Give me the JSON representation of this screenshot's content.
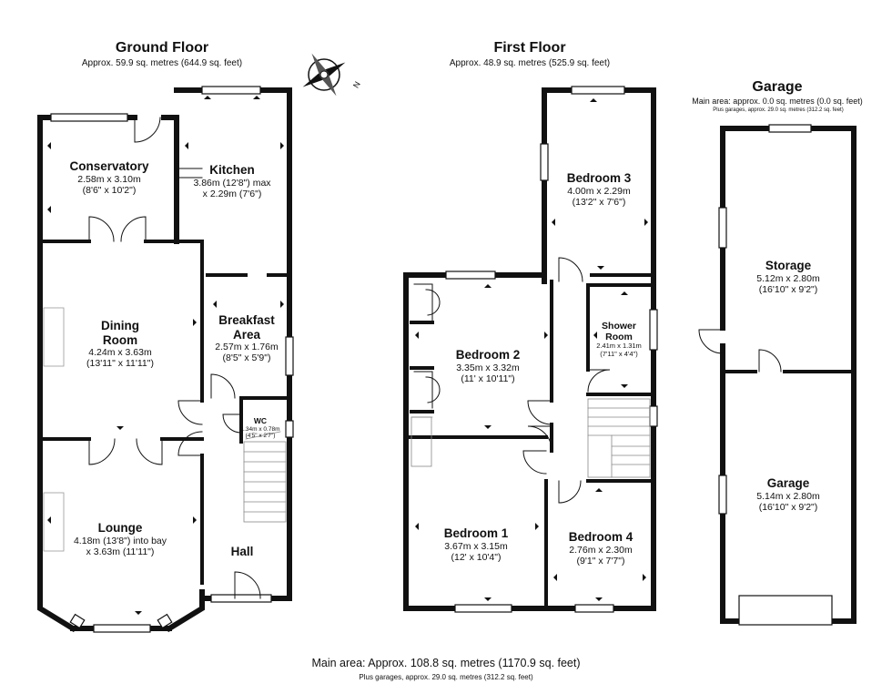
{
  "floors": {
    "ground": {
      "title": "Ground Floor",
      "area": "Approx. 59.9 sq. metres (644.9 sq. feet)"
    },
    "first": {
      "title": "First Floor",
      "area": "Approx. 48.9 sq. metres (525.9 sq. feet)"
    },
    "garage": {
      "title": "Garage",
      "area": "Main area: approx. 0.0 sq. metres (0.0 sq. feet)",
      "area2": "Plus garages, approx. 29.0 sq. metres (312.2 sq. feet)"
    }
  },
  "rooms": {
    "conservatory": {
      "name": "Conservatory",
      "dim1": "2.58m x 3.10m",
      "dim2": "(8'6\" x 10'2\")"
    },
    "kitchen": {
      "name": "Kitchen",
      "dim1": "3.86m (12'8\") max",
      "dim2": "x 2.29m (7'6\")"
    },
    "dining": {
      "name1": "Dining",
      "name2": "Room",
      "dim1": "4.24m x 3.63m",
      "dim2": "(13'11\" x 11'11\")"
    },
    "breakfast": {
      "name1": "Breakfast",
      "name2": "Area",
      "dim1": "2.57m x 1.76m",
      "dim2": "(8'5\" x 5'9\")"
    },
    "wc": {
      "name": "WC",
      "dim1": "1.34m x 0.78m",
      "dim2": "(4'5\" x 2'7\")"
    },
    "lounge": {
      "name": "Lounge",
      "dim1": "4.18m (13'8\") into bay",
      "dim2": "x 3.63m (11'11\")"
    },
    "hall": {
      "name": "Hall"
    },
    "bedroom3": {
      "name": "Bedroom 3",
      "dim1": "4.00m x 2.29m",
      "dim2": "(13'2\" x 7'6\")"
    },
    "bedroom2": {
      "name": "Bedroom 2",
      "dim1": "3.35m x 3.32m",
      "dim2": "(11' x 10'11\")"
    },
    "shower": {
      "name1": "Shower",
      "name2": "Room",
      "dim1": "2.41m x 1.31m",
      "dim2": "(7'11\" x 4'4\")"
    },
    "bedroom1": {
      "name": "Bedroom 1",
      "dim1": "3.67m x 3.15m",
      "dim2": "(12' x 10'4\")"
    },
    "bedroom4": {
      "name": "Bedroom 4",
      "dim1": "2.76m x 2.30m",
      "dim2": "(9'1\" x 7'7\")"
    },
    "storage": {
      "name": "Storage",
      "dim1": "5.12m x 2.80m",
      "dim2": "(16'10\" x 9'2\")"
    },
    "garage": {
      "name": "Garage",
      "dim1": "5.14m x 2.80m",
      "dim2": "(16'10\" x 9'2\")"
    }
  },
  "compass": {
    "label": "N",
    "icon": "compass-icon"
  },
  "footer": {
    "main": "Main area: Approx. 108.8 sq. metres (1170.9 sq. feet)",
    "sub": "Plus garages, approx. 29.0 sq. metres (312.2 sq. feet)"
  }
}
